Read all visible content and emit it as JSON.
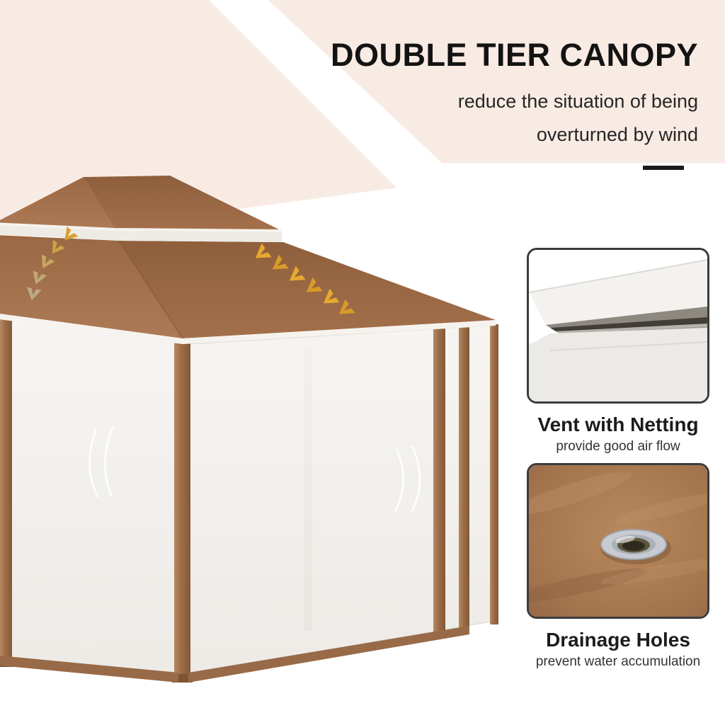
{
  "colors": {
    "banner_pink": "#f8ebe4",
    "canopy_brown": "#a06e4b",
    "arrow_gold": "#e7a92f",
    "mesh_white": "#f1efec",
    "frame_brown": "#9c6c4a",
    "text_dark": "#131313",
    "box_border": "#3c3c3c"
  },
  "header": {
    "title": "DOUBLE TIER CANOPY",
    "subtitle_line1": "reduce the situation of being",
    "subtitle_line2": "overturned by wind"
  },
  "features": [
    {
      "id": "vent",
      "title": "Vent with Netting",
      "subtitle": "provide good air flow",
      "image": "vent-with-netting-closeup"
    },
    {
      "id": "drainage",
      "title": "Drainage Holes",
      "subtitle": "prevent water accumulation",
      "image": "drainage-grommet-closeup"
    }
  ],
  "main_image": {
    "subject": "pop-up gazebo with double tier brown canopy, roof vent airflow arrows and mesh netting sidewalls"
  }
}
